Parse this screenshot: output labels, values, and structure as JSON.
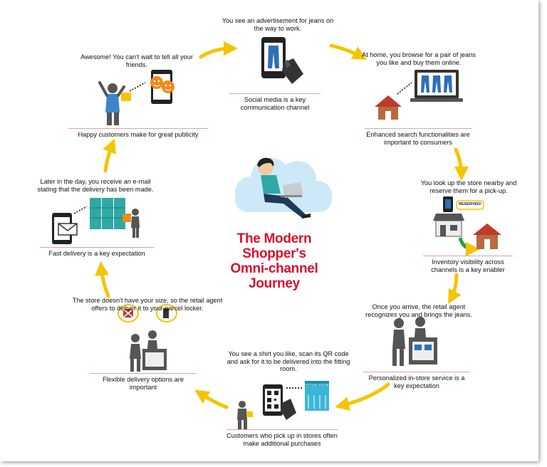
{
  "title": {
    "line1": "The Modern",
    "line2": "Shopper's",
    "line3": "Omni-channel",
    "line4": "Journey"
  },
  "steps": [
    {
      "text": "You see an advertisement for jeans on the way to work.",
      "key": "Social media is a key communication channel"
    },
    {
      "text": "At home, you browse for a pair of jeans you like and buy them online.",
      "key": "Enhanced search functionalities are important to consumers"
    },
    {
      "text": "You look up the store nearby and reserve them for a pick-up.",
      "key": "Inventory visibility across channels is a key enabler",
      "badge": "RESERVED!"
    },
    {
      "text": "Once you arrive, the retail agent recognizes you and brings the jeans.",
      "key": "Personalized in-store service is a key expectation"
    },
    {
      "text": "You see a shirt you like, scan its QR code and ask for it to be delivered into the fitting room.",
      "key": "Customers who pick up in stores often make additional purchases",
      "sign": "FITTING ROOM"
    },
    {
      "text": "The store doesn't have your size, so the retail agent offers to deliver it to your parcel locker.",
      "key": "Flexible delivery options are important"
    },
    {
      "text": "Later in the day, you receive an e-mail stating that the delivery has been made.",
      "key": "Fast delivery is a key expectation"
    },
    {
      "text": "Awesome! You can't wait to tell all your friends.",
      "key": "Happy customers make for great publicity"
    }
  ],
  "colors": {
    "accent": "#d8102e",
    "arrow": "#f5c400",
    "cloud": "#cde9f8",
    "teal": "#2fa8a6",
    "dark": "#222222",
    "orange": "#f08a1c"
  }
}
